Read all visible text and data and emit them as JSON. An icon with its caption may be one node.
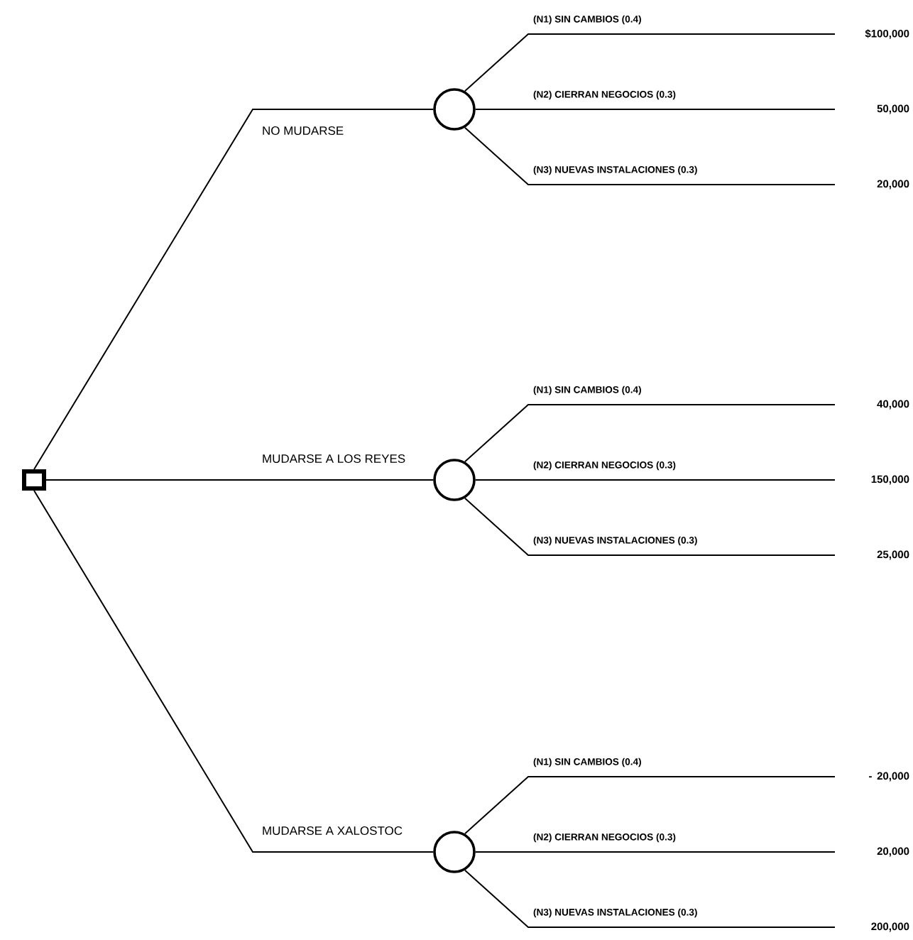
{
  "diagram": {
    "nodes": [
      {
        "text": [],
        "shape": "box"
      },
      {
        "text": [],
        "shape": "circle"
      },
      {
        "text": [
          "$100,000"
        ]
      },
      {
        "text": [
          "50,000"
        ]
      },
      {
        "text": [
          "20,000"
        ]
      },
      {
        "text": [],
        "shape": "circle"
      },
      {
        "text": [
          "40,000"
        ]
      },
      {
        "text": [
          "150,000"
        ]
      },
      {
        "text": [
          "25,000"
        ]
      },
      {
        "text": [],
        "shape": "circle"
      },
      {
        "text": [
          "- 20,000"
        ]
      },
      {
        "text": [
          "20,000"
        ]
      },
      {
        "text": [
          "200,000"
        ]
      }
    ],
    "edges": [
      {
        "from": 0,
        "to": 1,
        "arrow": "none",
        "label": "NO MUDARSE"
      },
      {
        "from": 0,
        "to": 5,
        "arrow": "none",
        "label": "MUDARSE A LOS REYES"
      },
      {
        "from": 0,
        "to": 9,
        "arrow": "none",
        "label": "MUDARSE A XALOSTOC"
      },
      {
        "from": 1,
        "to": 2,
        "arrow": "none",
        "label": "(N1) SIN CAMBIOS (0.4)"
      },
      {
        "from": 1,
        "to": 3,
        "arrow": "none",
        "label": "(N2) CIERRAN NEGOCIOS (0.3)"
      },
      {
        "from": 1,
        "to": 4,
        "arrow": "none",
        "label": "(N3) NUEVAS INSTALACIONES (0.3)"
      },
      {
        "from": 5,
        "to": 6,
        "arrow": "none",
        "label": "(N1) SIN CAMBIOS (0.4)"
      },
      {
        "from": 5,
        "to": 7,
        "arrow": "none",
        "label": "(N2) CIERRAN NEGOCIOS (0.3)"
      },
      {
        "from": 5,
        "to": 8,
        "arrow": "none",
        "label": "(N3) NUEVAS INSTALACIONES (0.3)"
      },
      {
        "from": 9,
        "to": 10,
        "arrow": "none",
        "label": "(N1) SIN CAMBIOS (0.4)"
      },
      {
        "from": 9,
        "to": 11,
        "arrow": "none",
        "label": "(N2) CIERRAN NEGOCIOS (0.3)"
      },
      {
        "from": 9,
        "to": 12,
        "arrow": "none",
        "label": "(N3) NUEVAS INSTALACIONES (0.3)"
      }
    ]
  }
}
